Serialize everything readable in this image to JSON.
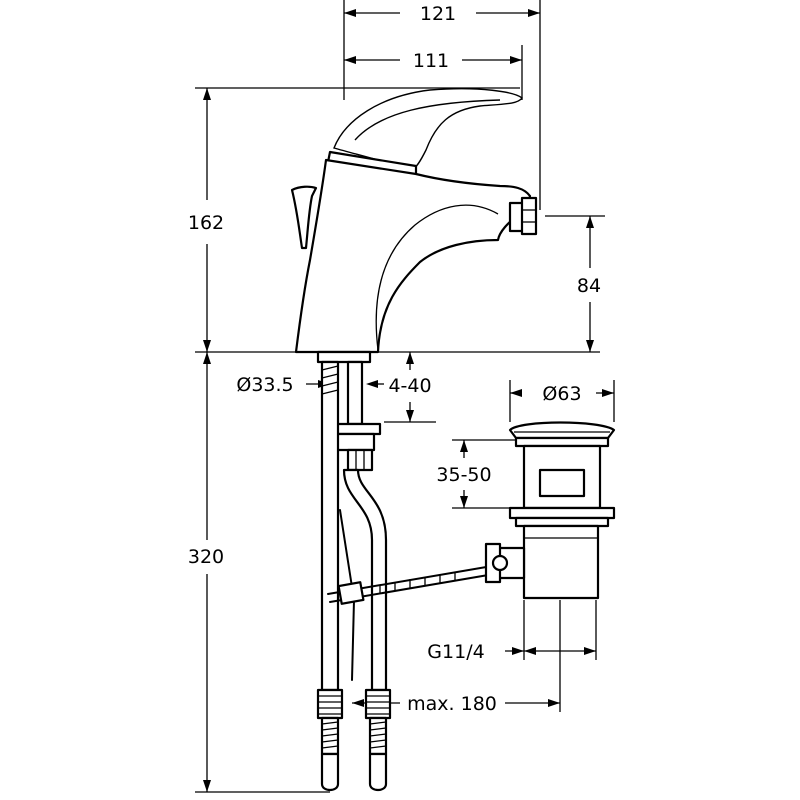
{
  "dimensions": {
    "width_overall": "121",
    "width_spout": "111",
    "height_total": "162",
    "height_spout": "84",
    "height_below": "320",
    "hole_diameter": "Ø33.5",
    "deck_thickness": "4-40",
    "waste_diameter": "Ø63",
    "waste_depth": "35-50",
    "waste_thread": "G11/4",
    "hose_reach": "max. 180"
  }
}
